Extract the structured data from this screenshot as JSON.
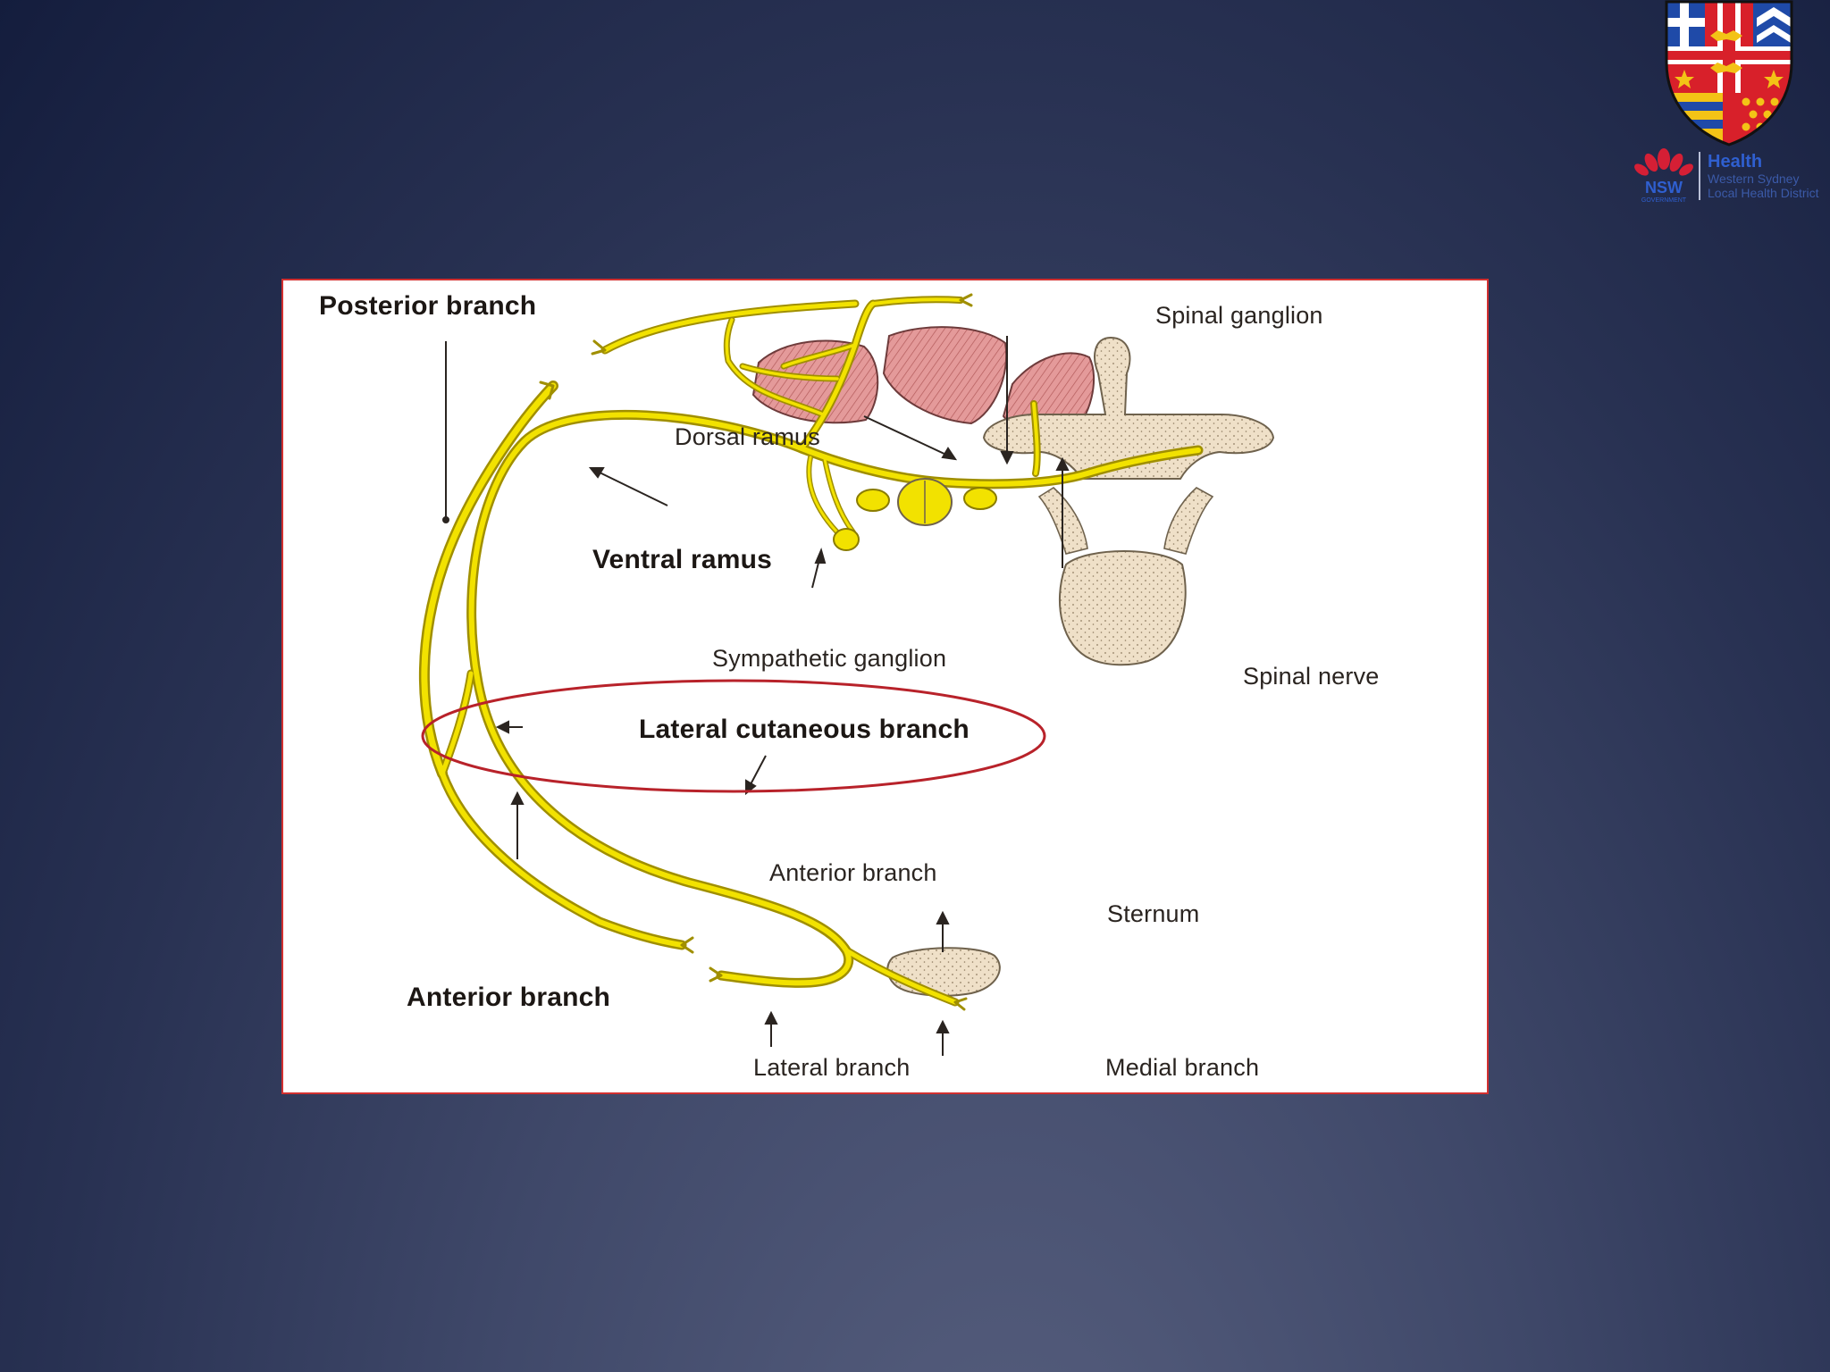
{
  "logo": {
    "organization": "Health",
    "nsw_wordmark": "NSW",
    "nsw_government": "GOVERNMENT",
    "district_line1": "Western Sydney",
    "district_line2": "Local Health District"
  },
  "diagram": {
    "labels": {
      "posterior_branch": "Posterior branch",
      "spinal_ganglion": "Spinal ganglion",
      "dorsal_ramus": "Dorsal ramus",
      "ventral_ramus": "Ventral ramus",
      "sympathetic_ganglion": "Sympathetic ganglion",
      "spinal_nerve": "Spinal nerve",
      "lateral_cutaneous_branch": "Lateral cutaneous branch",
      "anterior_branch_inner": "Anterior branch",
      "sternum": "Sternum",
      "anterior_branch_outer": "Anterior branch",
      "lateral_branch": "Lateral branch",
      "medial_branch": "Medial branch"
    },
    "colors": {
      "nerve": "#f2e200",
      "nerve_outline": "#a08f00",
      "bone": "#efe0c8",
      "muscle": "#e49a9a",
      "highlight_ellipse": "#b8222a",
      "frame_border": "#d23030"
    },
    "highlighted_label": "lateral_cutaneous_branch"
  }
}
